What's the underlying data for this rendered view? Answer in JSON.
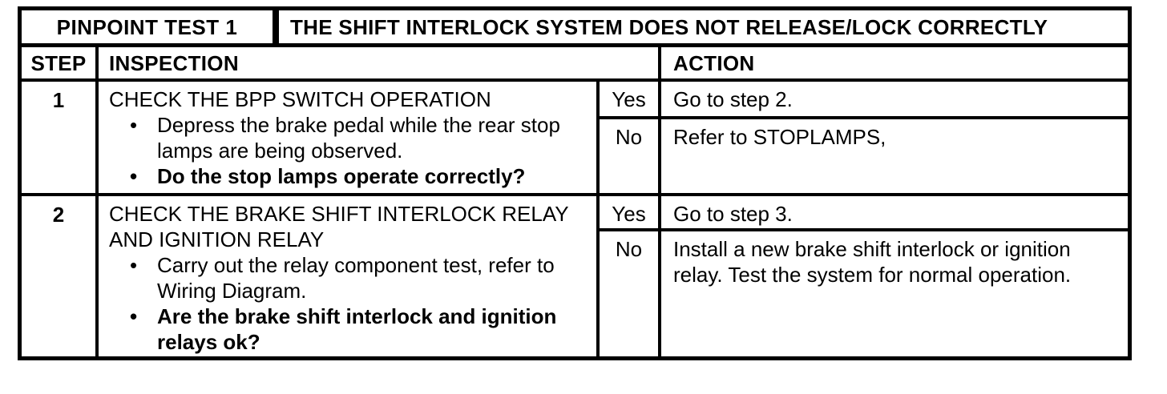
{
  "table": {
    "title_label": "PINPOINT TEST 1",
    "title_text": "THE SHIFT INTERLOCK SYSTEM DOES NOT RELEASE/LOCK CORRECTLY",
    "columns": {
      "step": "STEP",
      "inspection": "INSPECTION",
      "action": "ACTION"
    },
    "bullet_char": "•",
    "steps": [
      {
        "num": "1",
        "heading": "CHECK THE BPP SWITCH OPERATION",
        "bullets": [
          {
            "text": "Depress the brake pedal while the rear stop\nlamps are being observed."
          },
          {
            "text": "Do the stop lamps operate correctly?"
          }
        ],
        "answers": [
          {
            "label": "Yes",
            "action": "Go to step 2."
          },
          {
            "label": "No",
            "action": "Refer  to STOPLAMPS,"
          }
        ]
      },
      {
        "num": "2",
        "heading": "CHECK THE BRAKE SHIFT INTERLOCK RELAY\nAND IGNITION RELAY",
        "bullets": [
          {
            "text": "Carry out the relay component test, refer to\nWiring Diagram."
          },
          {
            "text": "Are the brake shift interlock and ignition\nrelays ok?"
          }
        ],
        "answers": [
          {
            "label": "Yes",
            "action": "Go to step 3."
          },
          {
            "label": "No",
            "action": "Install a new brake shift interlock or ignition\nrelay. Test the system for normal operation."
          }
        ]
      }
    ]
  }
}
